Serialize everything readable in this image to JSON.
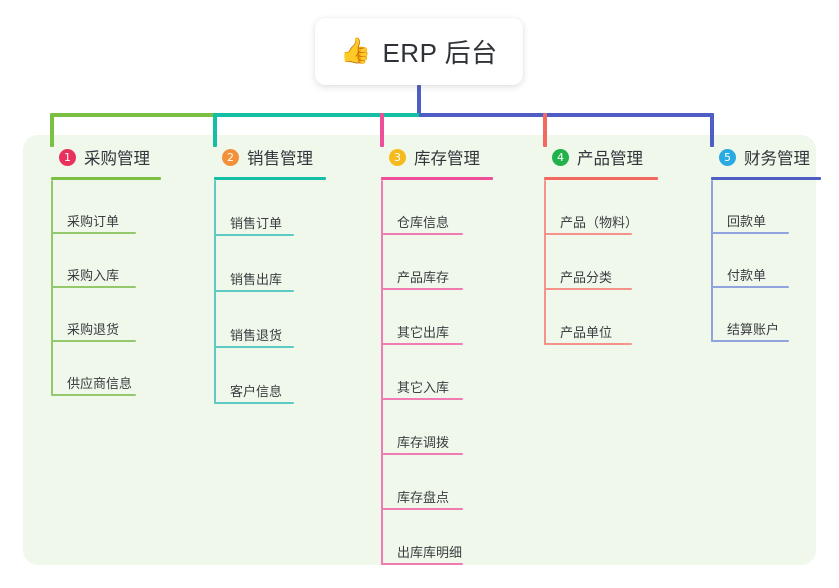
{
  "root": {
    "icon": "thumbs-up-icon",
    "icon_glyph": "👍",
    "title": "ERP 后台"
  },
  "palette": {
    "panel_bg": "#eff8ea",
    "card_bg": "#ffffff",
    "text": "#33363c",
    "green": "#7ac143",
    "teal": "#14bfa6",
    "pink": "#ee4f9a",
    "salmon": "#f4695f",
    "blue": "#4e5ec4",
    "badge1": "#e8315c",
    "badge2": "#f5903a",
    "badge3": "#f5bb1d",
    "badge4": "#22b24c",
    "badge5": "#29abe2",
    "item_green": "#93c96a",
    "item_teal": "#5fcbc0",
    "item_pink": "#ef7db4",
    "item_salmon": "#f5938a",
    "item_blue": "#8fa3dd"
  },
  "columns": [
    {
      "number": "1",
      "title": "采购管理",
      "badge_color": "#e8315c",
      "rule_color": "#7ac143",
      "line_color": "#93c96a",
      "connector_color": "#7ac143",
      "items": [
        {
          "label": "采购订单"
        },
        {
          "label": "采购入库"
        },
        {
          "label": "采购退货"
        },
        {
          "label": "供应商信息"
        }
      ]
    },
    {
      "number": "2",
      "title": "销售管理",
      "badge_color": "#f5903a",
      "rule_color": "#14bfa6",
      "line_color": "#5fcbc0",
      "connector_color": "#14bfa6",
      "items": [
        {
          "label": "销售订单"
        },
        {
          "label": "销售出库"
        },
        {
          "label": "销售退货"
        },
        {
          "label": "客户信息"
        }
      ]
    },
    {
      "number": "3",
      "title": "库存管理",
      "badge_color": "#f5bb1d",
      "rule_color": "#ee4f9a",
      "line_color": "#ef7db4",
      "connector_color": "#ee4f9a",
      "items": [
        {
          "label": "仓库信息"
        },
        {
          "label": "产品库存"
        },
        {
          "label": "其它出库"
        },
        {
          "label": "其它入库"
        },
        {
          "label": "库存调拨"
        },
        {
          "label": "库存盘点"
        },
        {
          "label": "出库库明细"
        }
      ]
    },
    {
      "number": "4",
      "title": "产品管理",
      "badge_color": "#22b24c",
      "rule_color": "#f4695f",
      "line_color": "#f5938a",
      "connector_color": "#f4695f",
      "items": [
        {
          "label": "产品（物料）"
        },
        {
          "label": "产品分类"
        },
        {
          "label": "产品单位"
        }
      ]
    },
    {
      "number": "5",
      "title": "财务管理",
      "badge_color": "#29abe2",
      "rule_color": "#4e5ec4",
      "line_color": "#8fa3dd",
      "connector_color": "#4e5ec4",
      "items": [
        {
          "label": "回款单"
        },
        {
          "label": "付款单"
        },
        {
          "label": "结算账户"
        }
      ]
    }
  ]
}
